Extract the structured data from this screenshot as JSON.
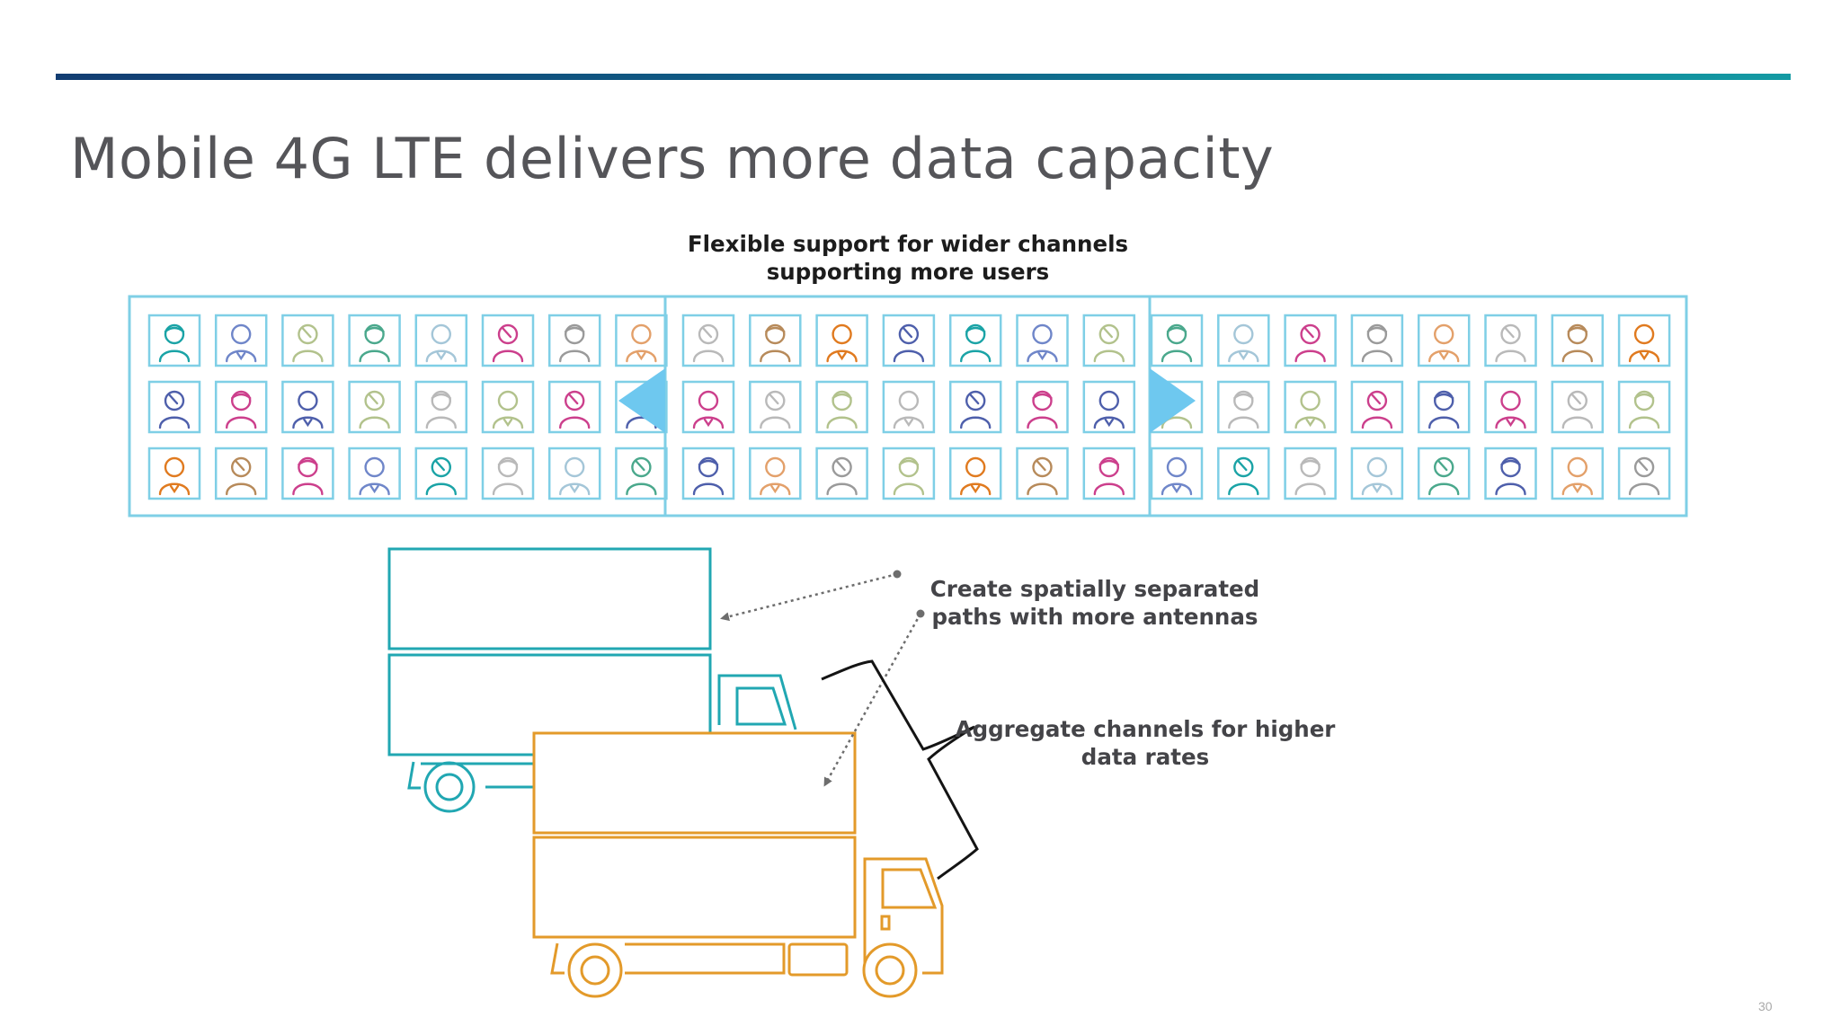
{
  "slide": {
    "title": "Mobile 4G LTE delivers more data capacity",
    "page_number": "30"
  },
  "captions": {
    "channels": {
      "line1": "Flexible support for wider channels",
      "line2": "supporting more users"
    },
    "antennas": {
      "line1": "Create spatially separated",
      "line2": "paths with more antennas"
    },
    "aggregate": {
      "line1": "Aggregate channels for higher",
      "line2": "data rates"
    }
  },
  "grid": {
    "rows": 3,
    "columns": 23,
    "expand_arrow_color": "#6ec8ef",
    "frame_color": "#7fcfe6",
    "person_colors": [
      "#1aa3a6",
      "#cc3f8c",
      "#e07a1f",
      "#4aa88c",
      "#b9b9b9",
      "#6f86c9",
      "#9a9a9a",
      "#4e5fab",
      "#a4c6d8",
      "#b78a5a",
      "#b2c28c",
      "#e3a06a"
    ]
  },
  "icons": {
    "person": "person-icon",
    "arrow_left": "arrow-left-icon",
    "arrow_right": "arrow-right-icon",
    "truck": "truck-icon",
    "brace": "brace-icon"
  },
  "colors": {
    "teal_truck": "#21a7b2",
    "orange_truck": "#e39a2a",
    "title": "#555559",
    "accent_start": "#123d72",
    "accent_end": "#139aa3"
  }
}
